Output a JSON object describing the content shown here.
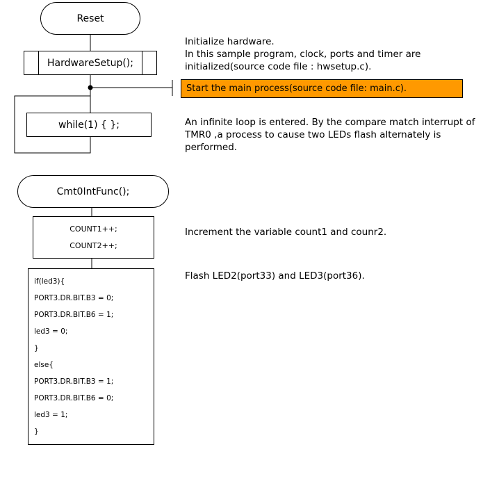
{
  "main_flow": {
    "start_terminal": "Reset",
    "setup_process": "HardwareSetup();",
    "loop_process": "while(1) { };"
  },
  "isr_flow": {
    "start_terminal": "Cmt0IntFunc();",
    "increment_lines": [
      "COUNT1++;",
      "COUNT2++;"
    ],
    "code_lines": [
      "if(led3){",
      "PORT3.DR.BIT.B3 = 0;",
      "PORT3.DR.BIT.B6 = 1;",
      "led3 = 0;",
      "}",
      "else{",
      "PORT3.DR.BIT.B3 = 1;",
      "PORT3.DR.BIT.B6 = 0;",
      "led3 = 1;",
      "}"
    ]
  },
  "annotations": {
    "hardware_lines": [
      "Initialize hardware.",
      "In this sample program, clock, ports and timer are",
      "initialized(source code file : hwsetup.c)."
    ],
    "main_process": "Start the main process(source  code file: main.c).",
    "loop_lines": [
      "An infinite loop is entered. By the compare match interrupt of",
      "TMR0 ,a process to cause two LEDs flash alternately is",
      "performed."
    ],
    "increment": "Increment the variable count1 and counr2.",
    "flash": "Flash LED2(port33) and LED3(port36)."
  },
  "colors": {
    "highlight": "#ff9900",
    "stroke": "#000000"
  }
}
